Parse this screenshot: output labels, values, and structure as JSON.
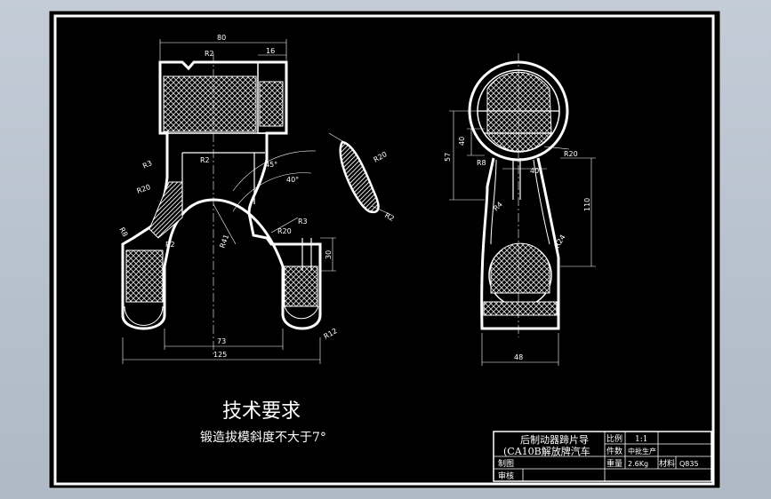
{
  "colors": {
    "desktop": "#b4bfcb",
    "sheet": "#000000",
    "ink": "#ffffff",
    "accent": "#ff3bd0"
  },
  "requirements": {
    "title": "技术要求",
    "line1": "锻造拔模斜度不大于7°"
  },
  "dimensions": {
    "top_width": "80",
    "boss_width": "16",
    "r2_top": "R2",
    "r3_left": "R3",
    "r2_mid": "R2",
    "r20_left": "R20",
    "r8_left": "R8",
    "r2_low": "R2",
    "r41": "R41",
    "angle_45": "45°",
    "angle_40": "40°",
    "r20_mid": "R20",
    "r3_mid": "R3",
    "h30": "30",
    "w73": "73",
    "w125": "125",
    "r12": "R12",
    "r20_section": "R20",
    "r2_section": "R2",
    "v57": "57",
    "v40": "40",
    "r8_side": "R8",
    "w40": "40",
    "r20_side": "R20",
    "r4": "R4",
    "r24": "R24",
    "h110": "110",
    "w48": "48"
  },
  "title_block": {
    "part_name_line1": "后制动器蹄片导",
    "part_name_line2": "(CA10B解放牌汽车",
    "scale_label": "比例",
    "scale_value": "1:1",
    "qty_label": "件数",
    "qty_value": "中批生产",
    "weight_label": "重量",
    "weight_value": "2.6Kg",
    "material_label": "材料",
    "material_value": "Q835",
    "drawn_label": "制图",
    "checked_label": "审核"
  }
}
